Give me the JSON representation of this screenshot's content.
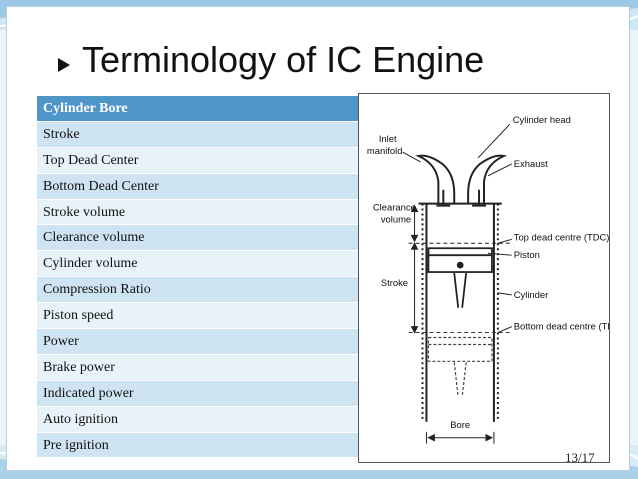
{
  "slide": {
    "title": "Terminology of IC Engine",
    "page_number": "13/17"
  },
  "terms": [
    "Cylinder Bore",
    "Stroke",
    "Top Dead Center",
    "Bottom Dead Center",
    "Stroke volume",
    "Clearance volume",
    "Cylinder  volume",
    "Compression Ratio",
    "Piston speed",
    "Power",
    "Brake power",
    "Indicated power",
    "Auto ignition",
    "Pre ignition"
  ],
  "diagram": {
    "labels": {
      "cylinder_head": "Cylinder head",
      "inlet": "Inlet",
      "manifold": "manifold",
      "exhaust": "Exhaust",
      "clearance": "Clearance",
      "volume": "volume",
      "tdc": "Top dead centre (TDC)",
      "piston": "Piston",
      "stroke": "Stroke",
      "cylinder": "Cylinder",
      "bdc": "Bottom dead centre (TDC)",
      "bore": "Bore"
    }
  },
  "colors": {
    "header_row": "#4f96c8",
    "row_odd": "#cfe4f2",
    "row_even": "#e8f2f9"
  }
}
